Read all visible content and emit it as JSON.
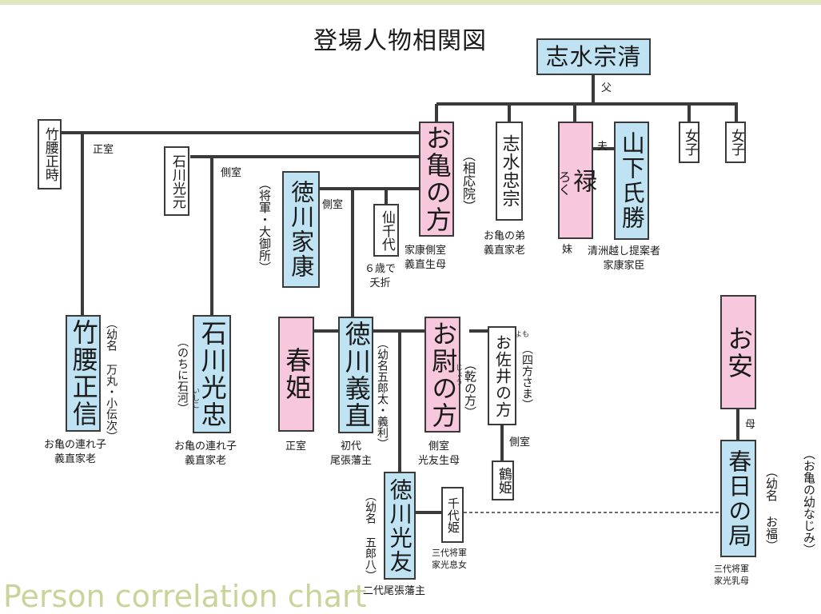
{
  "title": "登場人物相関図",
  "watermark": "Person correlation chart",
  "people": {
    "shimizu_munekiyo": {
      "name": "志水宗清"
    },
    "okame": {
      "name": "お亀の方",
      "alias": "（相応院）",
      "caption": "家康側室\n義直生母"
    },
    "shimizu_tadamune": {
      "name": "志水忠宗",
      "caption": "お亀の弟\n義直家老"
    },
    "roku": {
      "name": "禄",
      "kana": "ろく",
      "caption": "妹"
    },
    "yamashita_ujikatsu": {
      "name": "山下氏勝",
      "caption": "清洲越し提案者\n家康家臣"
    },
    "daughter1": {
      "name": "女子"
    },
    "daughter2": {
      "name": "女子"
    },
    "takenokoshi_masatoki": {
      "name": "竹腰正時"
    },
    "ishikawa_mitsumoto": {
      "name": "石川光元"
    },
    "tokugawa_ieyasu": {
      "name": "徳川家康",
      "alias": "（将軍・大御所）"
    },
    "senchiyo": {
      "name": "仙千代",
      "caption": "６歳で\n夭折"
    },
    "takenokoshi_masanobu": {
      "name": "竹腰正信",
      "alias": "（幼名 万丸・小伝次）",
      "caption": "お亀の連れ子\n義直家老"
    },
    "ishikawa_mitsutada": {
      "name": "石川光忠",
      "alias": "（のちに石河）",
      "ruby": "いしこ",
      "caption": "お亀の連れ子\n義直家老"
    },
    "haruhime": {
      "name": "春姫",
      "caption": "正室"
    },
    "tokugawa_yoshinao": {
      "name": "徳川義直",
      "alias": "（幼名五郎太・義利）",
      "caption": "初代\n尾張藩主"
    },
    "ojou": {
      "name": "お尉の方",
      "alias": "（乾の方）",
      "ruby": "じょう",
      "caption": "側室\n光友生母"
    },
    "osai": {
      "name": "お佐井の方",
      "alias": "（四方さま）",
      "ruby": "よも"
    },
    "tsuruhime": {
      "name": "鶴姫"
    },
    "tokugawa_mitsutomo": {
      "name": "徳川光友",
      "alias": "（幼名 五郎八）",
      "caption": "二代尾張藩主"
    },
    "chiyohime": {
      "name": "千代姫",
      "caption": "三代将軍\n家光息女"
    },
    "oyasu": {
      "name": "お安"
    },
    "kasuga": {
      "name": "春日の局",
      "alias1": "（お亀の幼なじみ）",
      "alias2": "（幼名 お福）",
      "caption": "三代将軍\n家光乳母"
    }
  },
  "relations": {
    "father": "父",
    "husband": "夫",
    "wife_masatoki": "正室",
    "concubine_mitsumoto": "側室",
    "concubine_ieyasu": "側室",
    "concubine_tsuru": "側室",
    "mother": "母"
  }
}
